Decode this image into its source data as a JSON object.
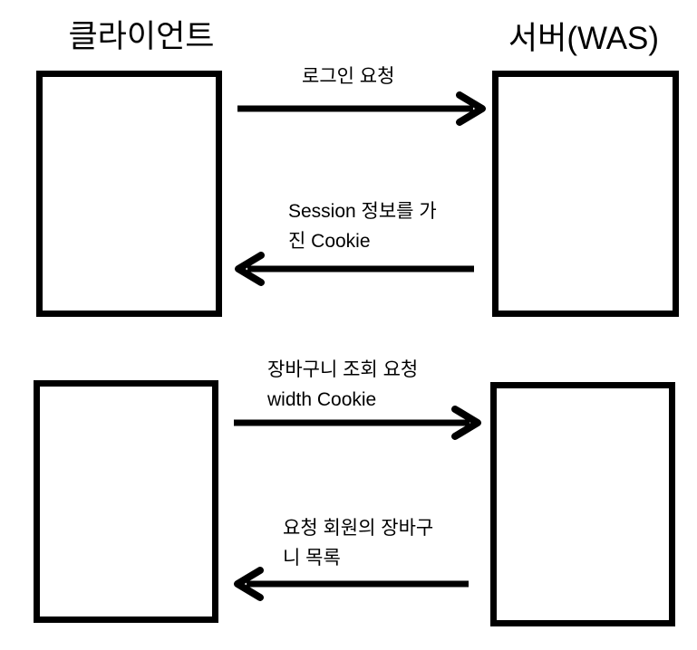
{
  "colors": {
    "background": "#ffffff",
    "ink": "#000000"
  },
  "actors": {
    "client": {
      "label": "클라이언트"
    },
    "server": {
      "label": "서버(WAS)"
    }
  },
  "messages": [
    {
      "id": "login-request",
      "from": "client",
      "to": "server",
      "direction": "right",
      "lines": [
        "로그인 요청"
      ]
    },
    {
      "id": "session-cookie-response",
      "from": "server",
      "to": "client",
      "direction": "left",
      "lines": [
        "Session 정보를 가",
        "진 Cookie"
      ]
    },
    {
      "id": "cart-view-request",
      "from": "client",
      "to": "server",
      "direction": "right",
      "lines": [
        "장바구니 조회 요청",
        "width Cookie"
      ]
    },
    {
      "id": "cart-list-response",
      "from": "server",
      "to": "client",
      "direction": "left",
      "lines": [
        "요청 회원의 장바구",
        "니 목록"
      ]
    }
  ]
}
